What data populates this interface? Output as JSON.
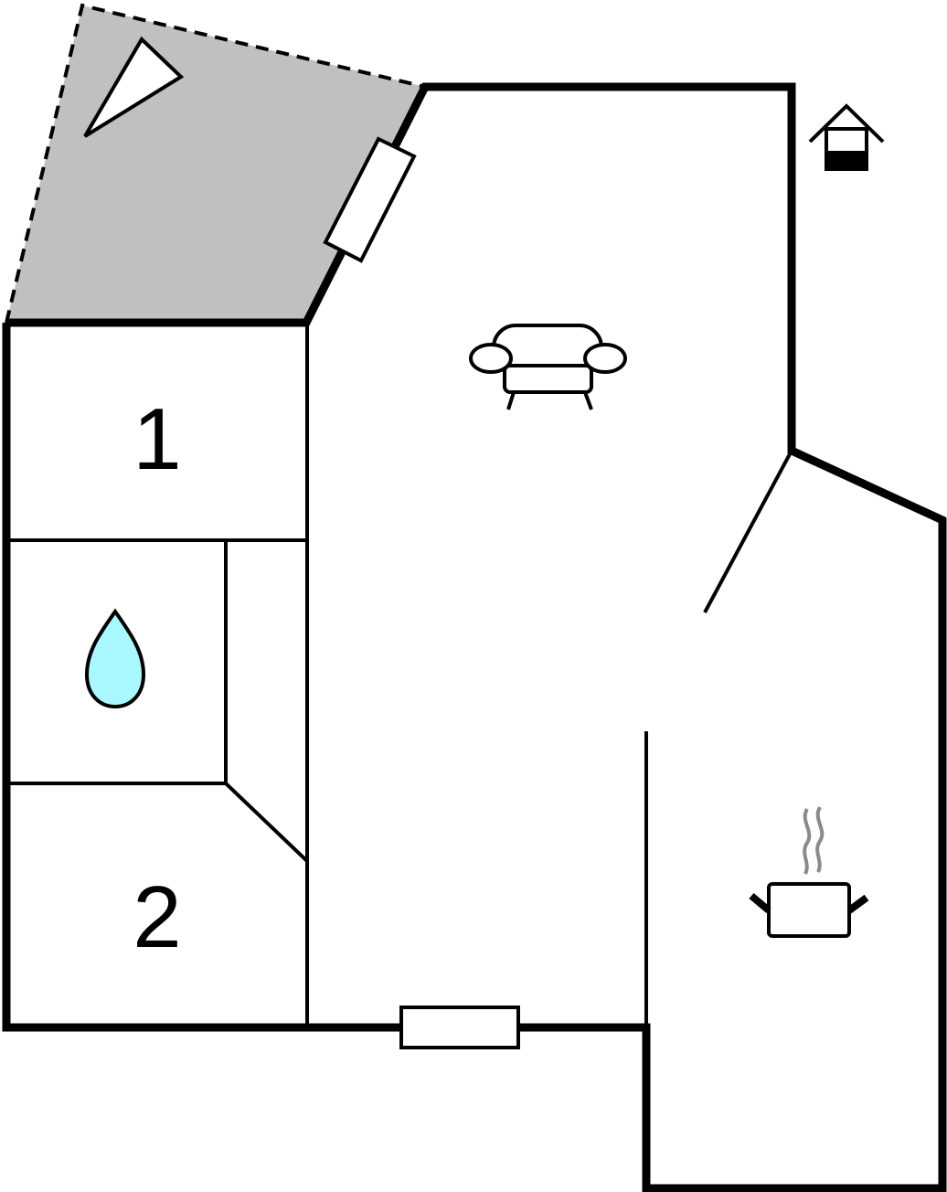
{
  "floor_plan": {
    "rooms": [
      {
        "id": "bedroom-1",
        "label": "1"
      },
      {
        "id": "bedroom-2",
        "label": "2"
      }
    ],
    "icons": {
      "terrace": "triangle-icon",
      "bathroom": "water-drop-icon",
      "living_room": "armchair-icon",
      "kitchen": "cooking-pot-icon",
      "floor_indicator": "house-ground-floor-icon"
    },
    "colors": {
      "wall": "#000000",
      "terrace_fill": "#c0c0c0",
      "water_drop": "#aaf8ff",
      "steam": "#8a8a8a",
      "background": "#ffffff"
    }
  }
}
